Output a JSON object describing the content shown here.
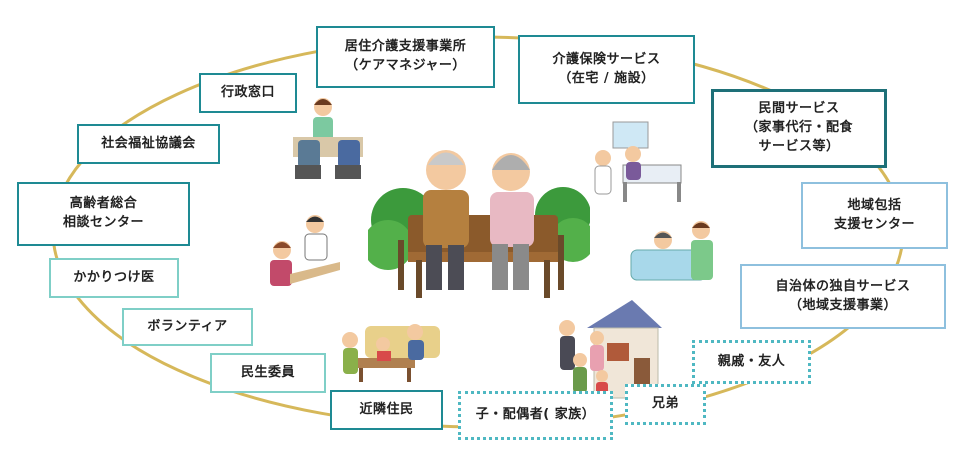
{
  "colors": {
    "ring": "#d6b85a",
    "teal_border": "#1e8a93",
    "dark_border": "#1e7078",
    "light_border": "#8ec0de",
    "mint_border": "#7fcfc7",
    "dotted_border": "#4fb8c2"
  },
  "nodes": {
    "care_manager": "居住介護支援事業所\n（ケアマネジャー）",
    "insurance_service": "介護保険サービス\n（在宅 / 施設）",
    "private_service": "民間サービス\n（家事代行・配食\nサービス等）",
    "regional_support": "地域包括\n支援センター",
    "municipal_service": "自治体の独自サービス\n（地域支援事業）",
    "relatives_friends": "親戚・友人",
    "siblings": "兄弟",
    "family": "子・配偶者( 家族）",
    "neighbors": "近隣住民",
    "welfare_commissioner": "民生委員",
    "volunteer": "ボランティア",
    "family_doctor": "かかりつけ医",
    "elderly_consultation": "高齢者総合\n相談センター",
    "social_welfare": "社会福祉協議会",
    "administration": "行政窓口"
  },
  "illustrations": [
    "elderly-couple-on-bench-illustration",
    "office-consultation-illustration",
    "counselor-desk-illustration",
    "caregiver-bed-illustration",
    "bathing-assistance-illustration",
    "family-living-room-illustration",
    "family-house-illustration"
  ]
}
